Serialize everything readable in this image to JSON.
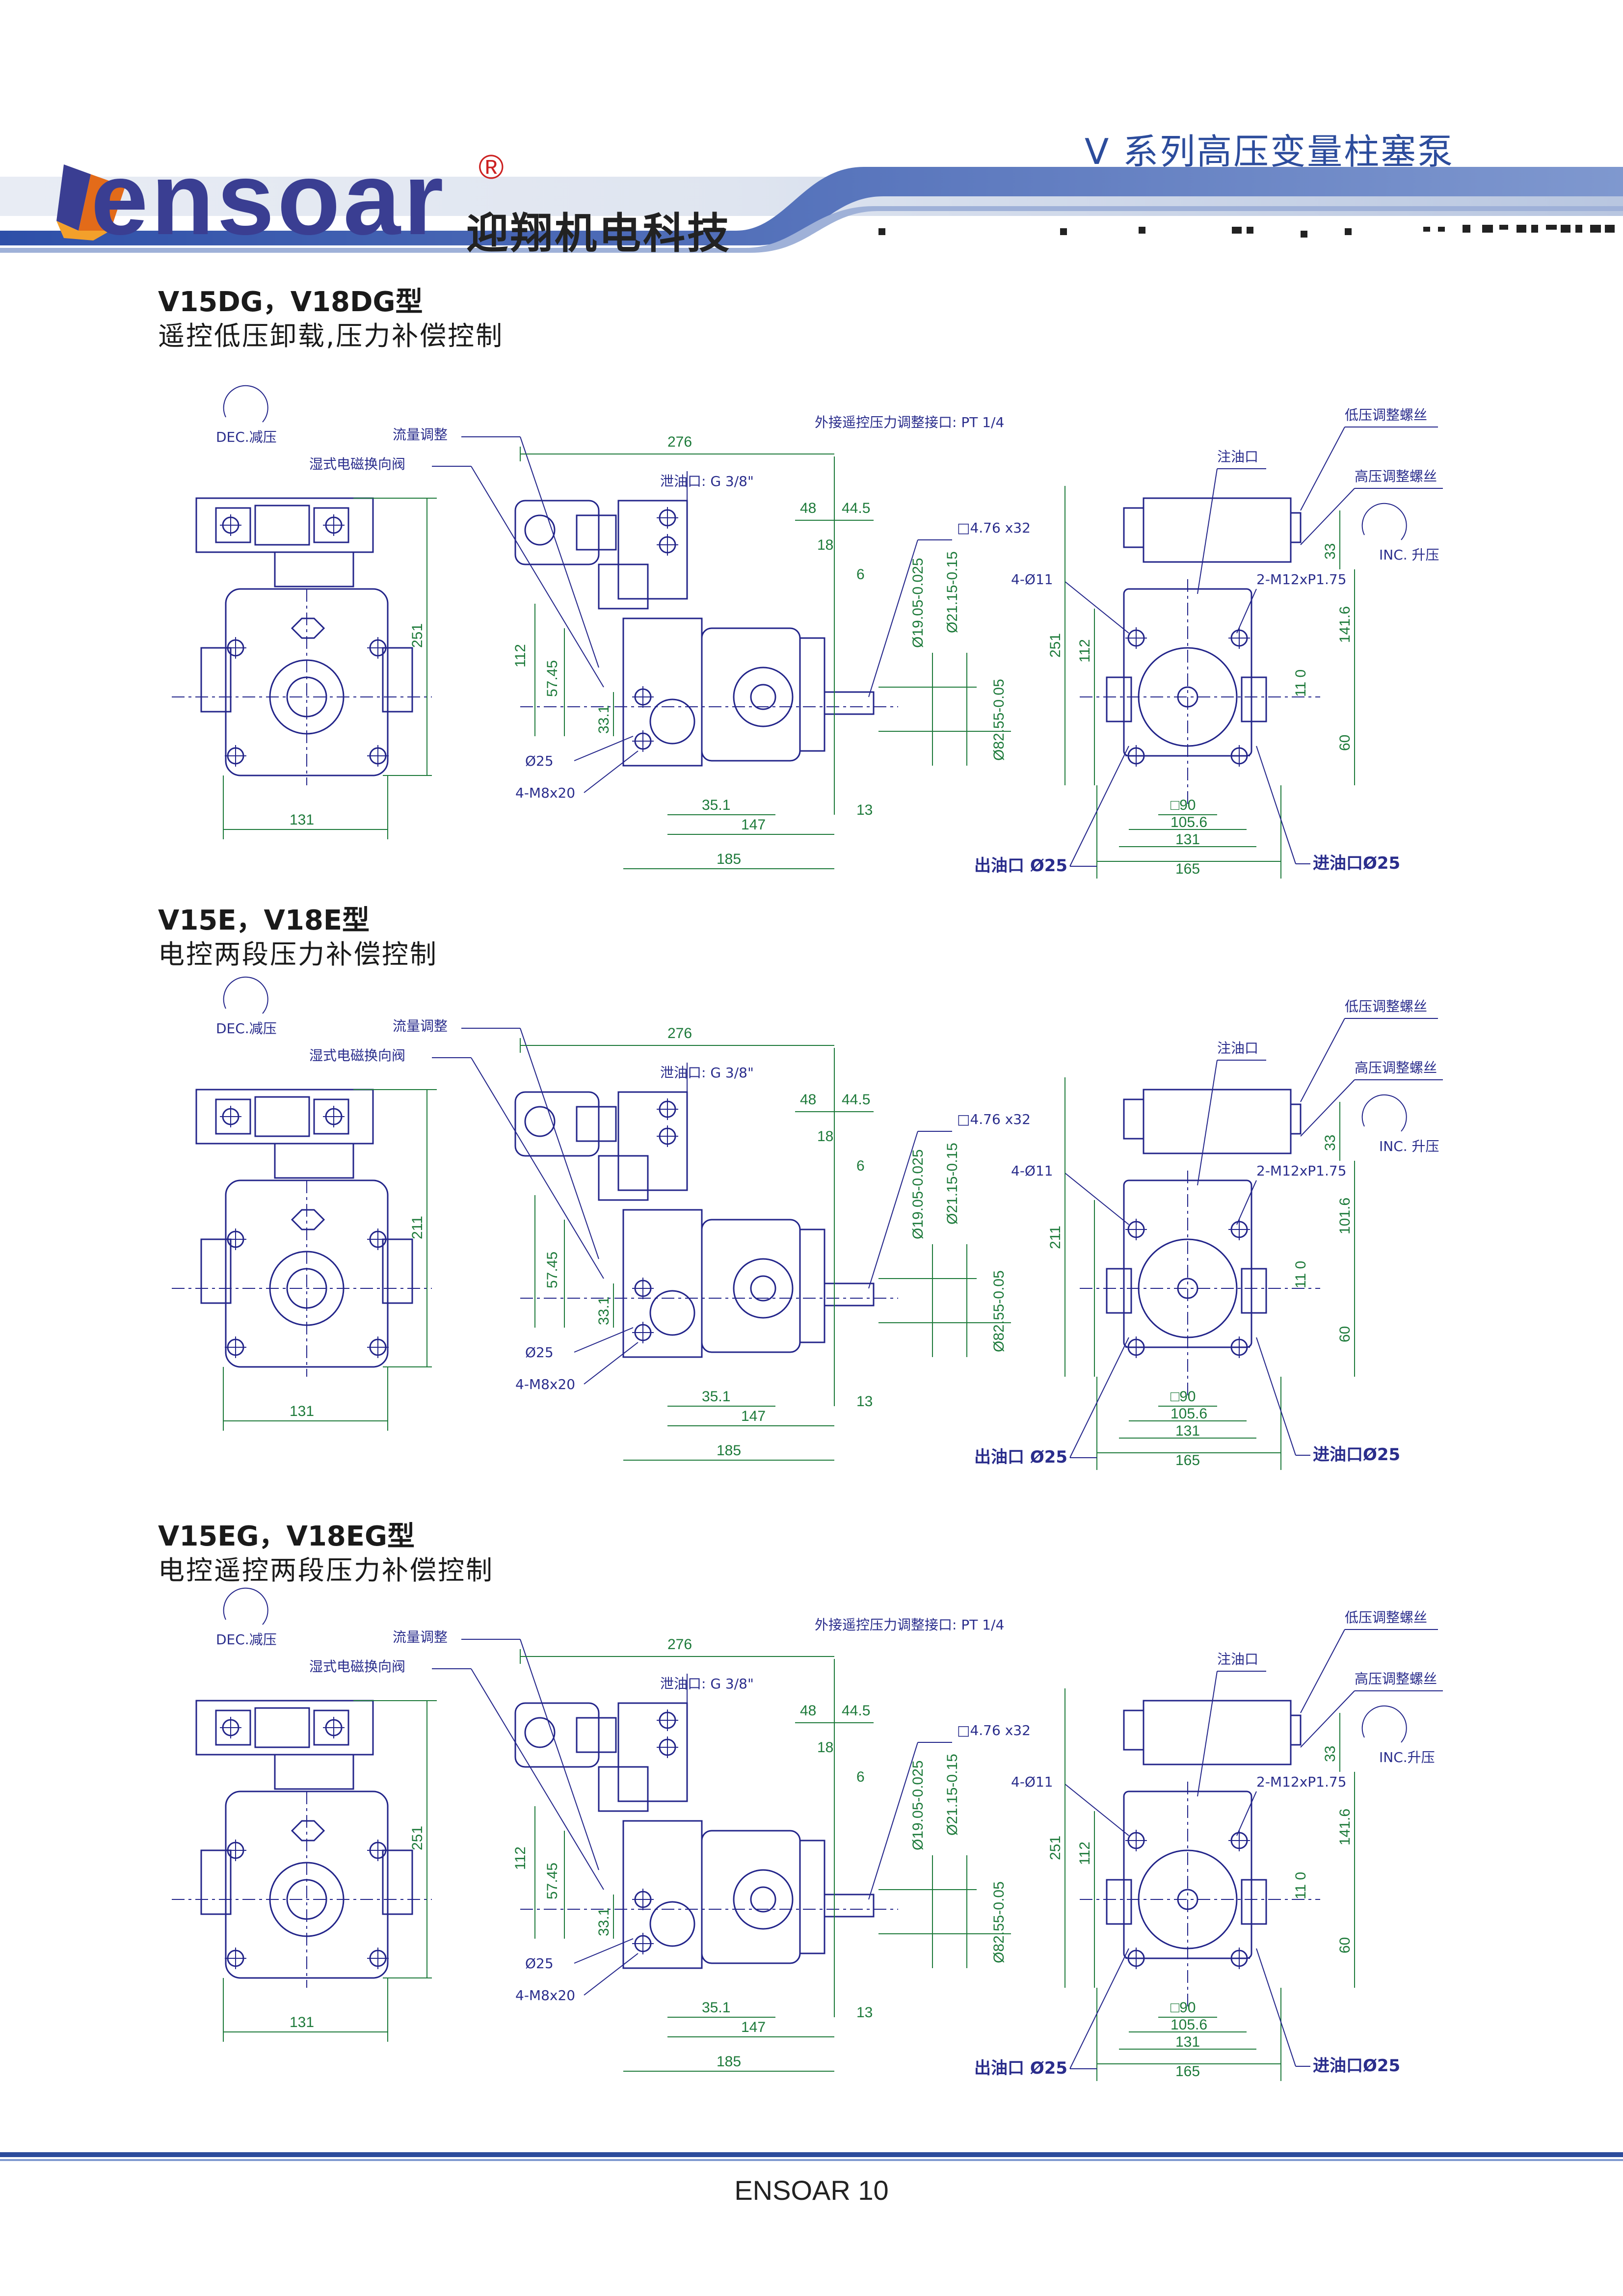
{
  "header": {
    "brand": "ensoar",
    "registered": "®",
    "tagline": "迎翔机电科技",
    "series_title": "V 系列高压变量柱塞泵"
  },
  "sections": [
    {
      "model": "V15DG，V18DG型",
      "description": "遥控低压卸载,压力补偿控制",
      "labels": {
        "dec": "DEC.减压",
        "inc": "INC. 升压",
        "flow": "流量调整",
        "valve": "湿式电磁换向阀",
        "remote": "外接遥控压力调整接口: PT 1/4",
        "drain": "泄油口: G 3/8\"",
        "fill": "注油口",
        "low": "低压调整螺丝",
        "high": "高压调整螺丝",
        "outlet": "出油口 Ø25",
        "inlet": "进油口Ø25",
        "bore": "Ø25",
        "bolts": "4-M8x20",
        "holes": "4-Ø11",
        "thread": "2-M12xP1.75",
        "key": "□4.76 x32",
        "shaft1": "Ø19.05-0.025",
        "shaft2": "Ø21.15-0.15",
        "pilot": "Ø82.55-0.05"
      },
      "dims": {
        "d276": "276",
        "d48": "48",
        "d44_5": "44.5",
        "d18": "18",
        "d6": "6",
        "d112": "112",
        "d57_45": "57.45",
        "d33_1": "33.1",
        "d35_1": "35.1",
        "d147": "147",
        "d185": "185",
        "d13": "13",
        "d251": "251",
        "d131": "131",
        "d33": "33",
        "d141_6": "141.6",
        "d11": "11 0",
        "d60": "60",
        "d90": "□90",
        "d105_6": "105.6",
        "d165": "165",
        "d112r": "112",
        "d251r": "251"
      }
    },
    {
      "model": "V15E，V18E型",
      "description": "电控两段压力补偿控制",
      "labels": {
        "dec": "DEC.减压",
        "inc": "INC. 升压",
        "flow": "流量调整",
        "valve": "湿式电磁换向阀",
        "remote": "",
        "drain": "泄油口: G 3/8\"",
        "fill": "注油口",
        "low": "低压调整螺丝",
        "high": "高压调整螺丝",
        "outlet": "出油口 Ø25",
        "inlet": "进油口Ø25",
        "bore": "Ø25",
        "bolts": "4-M8x20",
        "holes": "4-Ø11",
        "thread": "2-M12xP1.75",
        "key": "□4.76 x32",
        "shaft1": "Ø19.05-0.025",
        "shaft2": "Ø21.15-0.15",
        "pilot": "Ø82.55-0.05"
      },
      "dims": {
        "d276": "276",
        "d48": "48",
        "d44_5": "44.5",
        "d18": "18",
        "d6": "6",
        "d112": "",
        "d57_45": "57.45",
        "d33_1": "33.1",
        "d35_1": "35.1",
        "d147": "147",
        "d185": "185",
        "d13": "13",
        "d251": "211",
        "d131": "131",
        "d33": "33",
        "d141_6": "101.6",
        "d11": "11 0",
        "d60": "60",
        "d90": "□90",
        "d105_6": "105.6",
        "d165": "165",
        "d112r": "",
        "d251r": "211"
      }
    },
    {
      "model": "V15EG，V18EG型",
      "description": "电控遥控两段压力补偿控制",
      "labels": {
        "dec": "DEC.减压",
        "inc": "INC.升压",
        "flow": "流量调整",
        "valve": "湿式电磁换向阀",
        "remote": "外接遥控压力调整接口: PT 1/4",
        "drain": "泄油口: G 3/8\"",
        "fill": "注油口",
        "low": "低压调整螺丝",
        "high": "高压调整螺丝",
        "outlet": "出油口 Ø25",
        "inlet": "进油口Ø25",
        "bore": "Ø25",
        "bolts": "4-M8x20",
        "holes": "4-Ø11",
        "thread": "2-M12xP1.75",
        "key": "□4.76 x32",
        "shaft1": "Ø19.05-0.025",
        "shaft2": "Ø21.15-0.15",
        "pilot": "Ø82.55-0.05"
      },
      "dims": {
        "d276": "276",
        "d48": "48",
        "d44_5": "44.5",
        "d18": "18",
        "d6": "6",
        "d112": "112",
        "d57_45": "57.45",
        "d33_1": "33.1",
        "d35_1": "35.1",
        "d147": "147",
        "d185": "185",
        "d13": "13",
        "d251": "251",
        "d131": "131",
        "d33": "33",
        "d141_6": "141.6",
        "d11": "11 0",
        "d60": "60",
        "d90": "□90",
        "d105_6": "105.6",
        "d165": "165",
        "d112r": "112",
        "d251r": "251"
      }
    }
  ],
  "footer": {
    "text": "ENSOAR  10"
  },
  "colors": {
    "line": "#23258a",
    "dimension": "#1d7a3a",
    "brand": "#3a3e92",
    "banner": "#2c4c9c"
  }
}
